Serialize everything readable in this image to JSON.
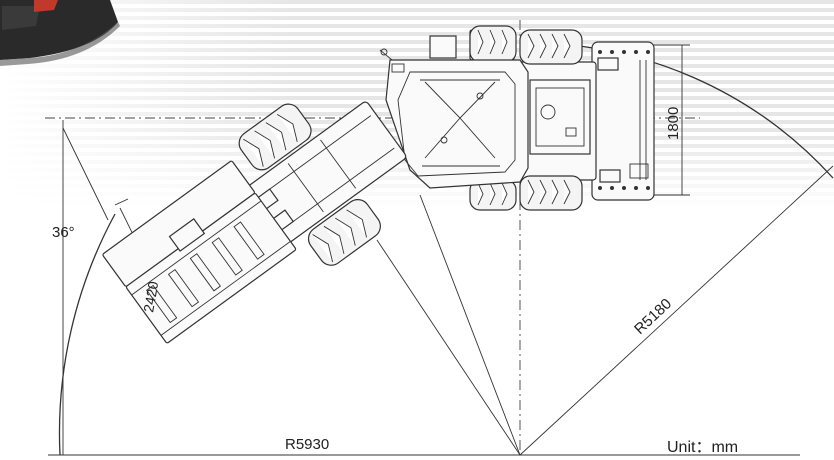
{
  "diagram": {
    "labels": {
      "angle": "36°",
      "bucket_width": "2420",
      "radius_outer": "R5930",
      "radius_inner": "R5180",
      "rear_width": "1800",
      "unit": "Unit：mm"
    },
    "colors": {
      "line": "#333333",
      "stripe": "#d9d9d9",
      "attachment_dark": "#2a2a2a",
      "attachment_accent": "#c0392b"
    }
  }
}
